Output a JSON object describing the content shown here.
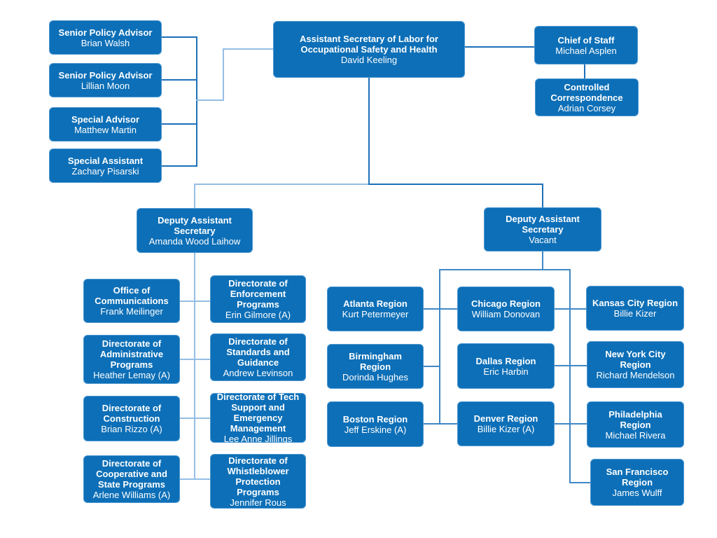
{
  "org": {
    "colors": {
      "box_fill": "#0d6fb7",
      "box_border": "#4d97d0",
      "text": "#ffffff",
      "line_dark": "#1d70b8",
      "line_medium": "#3f88c6",
      "line_light": "#94bee4"
    },
    "nodes": [
      {
        "id": "brian",
        "title": "Senior Policy Advisor",
        "name": "Brian Walsh"
      },
      {
        "id": "lillian",
        "title": "Senior Policy Advisor",
        "name": "Lillian Moon"
      },
      {
        "id": "matthew",
        "title": "Special Advisor",
        "name": "Matthew Martin"
      },
      {
        "id": "zachary",
        "title": "Special Assistant",
        "name": "Zachary Pisarski"
      },
      {
        "id": "asst",
        "title": "Assistant Secretary of Labor for\nOccupational Safety and Health",
        "name": "David Keeling"
      },
      {
        "id": "chief",
        "title": "Chief of Staff",
        "name": "Michael Asplen"
      },
      {
        "id": "corr",
        "title": "Controlled\nCorrespondence",
        "name": "Adrian Corsey"
      },
      {
        "id": "dep-l",
        "title": "Deputy Assistant\nSecretary",
        "name": "Amanda Wood Laihow"
      },
      {
        "id": "dep-r",
        "title": "Deputy Assistant\nSecretary",
        "name": "Vacant"
      },
      {
        "id": "comms",
        "title": "Office of\nCommunications",
        "name": "Frank Meilinger"
      },
      {
        "id": "admin",
        "title": "Directorate of\nAdministrative\nPrograms",
        "name": "Heather Lemay (A)"
      },
      {
        "id": "constr",
        "title": "Directorate of\nConstruction",
        "name": "Brian Rizzo (A)"
      },
      {
        "id": "coop",
        "title": "Directorate of\nCooperative and\nState Programs",
        "name": "Arlene Williams (A)"
      },
      {
        "id": "enforce",
        "title": "Directorate of\nEnforcement\nPrograms",
        "name": "Erin Gilmore (A)"
      },
      {
        "id": "standards",
        "title": "Directorate of\nStandards and\nGuidance",
        "name": "Andrew Levinson"
      },
      {
        "id": "tech",
        "title": "Directorate of Tech\nSupport and\nEmergency\nManagement",
        "name": "Lee Anne Jillings"
      },
      {
        "id": "whistle",
        "title": "Directorate of\nWhistleblower\nProtection\nPrograms",
        "name": "Jennifer Rous"
      },
      {
        "id": "atlanta",
        "title": "Atlanta Region",
        "name": "Kurt Petermeyer"
      },
      {
        "id": "birmingham",
        "title": "Birmingham\nRegion",
        "name": "Dorinda Hughes"
      },
      {
        "id": "boston",
        "title": "Boston Region",
        "name": "Jeff Erskine (A)"
      },
      {
        "id": "chicago",
        "title": "Chicago Region",
        "name": "William Donovan"
      },
      {
        "id": "dallas",
        "title": "Dallas Region",
        "name": "Eric Harbin"
      },
      {
        "id": "denver",
        "title": "Denver Region",
        "name": "Billie Kizer (A)"
      },
      {
        "id": "kansas",
        "title": "Kansas City Region",
        "name": "Billie Kizer"
      },
      {
        "id": "nyc",
        "title": "New York City\nRegion",
        "name": "Richard Mendelson"
      },
      {
        "id": "philly",
        "title": "Philadelphia\nRegion",
        "name": "Michael Rivera"
      },
      {
        "id": "sf",
        "title": "San Francisco\nRegion",
        "name": "James Wulff"
      }
    ]
  }
}
